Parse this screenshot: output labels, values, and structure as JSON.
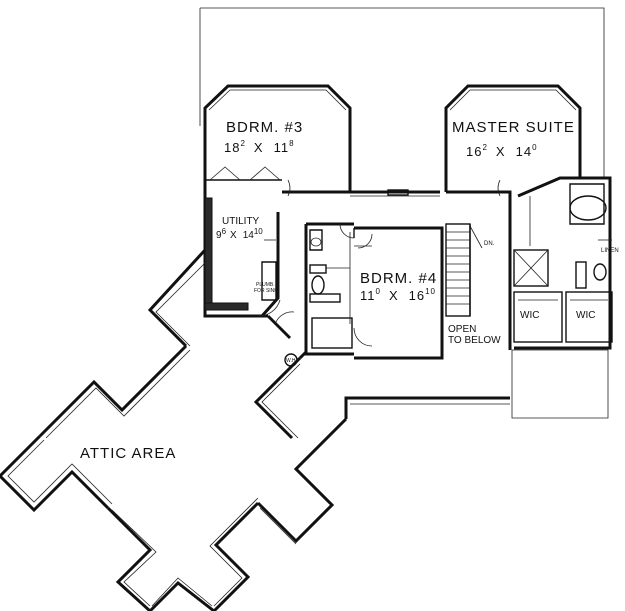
{
  "rooms": {
    "bdrm3": {
      "name": "BDRM. #3",
      "dim_a": "18",
      "dim_a_sup": "2",
      "x": "X",
      "dim_b": "11",
      "dim_b_sup": "8"
    },
    "master": {
      "name": "MASTER SUITE",
      "dim_a": "16",
      "dim_a_sup": "2",
      "x": "X",
      "dim_b": "14",
      "dim_b_sup": "0"
    },
    "utility": {
      "name": "UTILITY",
      "dim_a": "9",
      "dim_a_sup": "6",
      "x": "X",
      "dim_b": "14",
      "dim_b_sup": "10"
    },
    "bdrm4": {
      "name": "BDRM. #4",
      "dim_a": "11",
      "dim_a_sup": "0",
      "x": "X",
      "dim_b": "16",
      "dim_b_sup": "10"
    },
    "attic": {
      "name": "ATTIC AREA"
    }
  },
  "labels": {
    "wic_left": "WIC",
    "wic_right": "WIC",
    "open_line1": "OPEN",
    "open_line2": "TO BELOW",
    "stair_dn": "DN.",
    "linen": "LINEN",
    "water_heater": "W.H.",
    "plumbing_note_1": "PLUMB.",
    "plumbing_note_2": "FOR SINK"
  }
}
